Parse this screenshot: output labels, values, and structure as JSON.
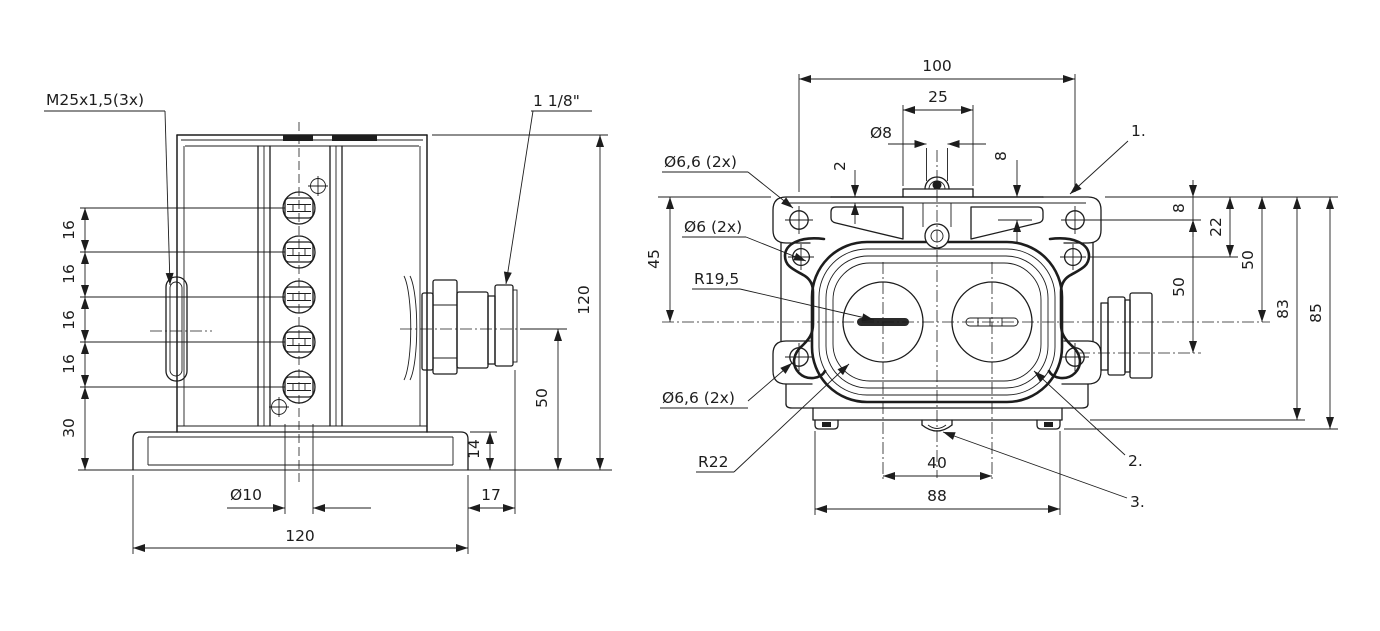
{
  "meta": {
    "background": "#ffffff",
    "line_color": "#1d1d1d"
  },
  "side_view": {
    "callout_thread": "M25x1,5(3x)",
    "callout_connector": "1 1/8\"",
    "dim_port_pitch": [
      "16",
      "16",
      "16",
      "16"
    ],
    "dim_bottom_offset": "30",
    "dim_slot_dia": "Ø10",
    "dim_base_width": "120",
    "dim_right_offset": "17",
    "dim_base_height": "14",
    "dim_connector_height": "50",
    "dim_total_height": "120"
  },
  "front_view": {
    "dim_width": "100",
    "dim_plate_width": "25",
    "dim_screw_dia": "Ø8",
    "dim_gap": "2",
    "dim_top_offset": "8",
    "callout_hole_top": "Ø6,6 (2x)",
    "callout_hole_mid": "Ø6 (2x)",
    "callout_bore_radius": "R19,5",
    "dim_left_height": "45",
    "callout_hole_bottom": "Ø6,6 (2x)",
    "callout_corner_radius": "R22",
    "dim_bore_spacing": "40",
    "dim_feet_width": "88",
    "dim_hole_offset": "8",
    "dim_hole2_offset": "22",
    "dim_connector_offset": "50",
    "dim_center_offset": "50",
    "dim_body_height": "83",
    "dim_total_height": "85",
    "ref_marks": [
      "1.",
      "2.",
      "3."
    ]
  }
}
